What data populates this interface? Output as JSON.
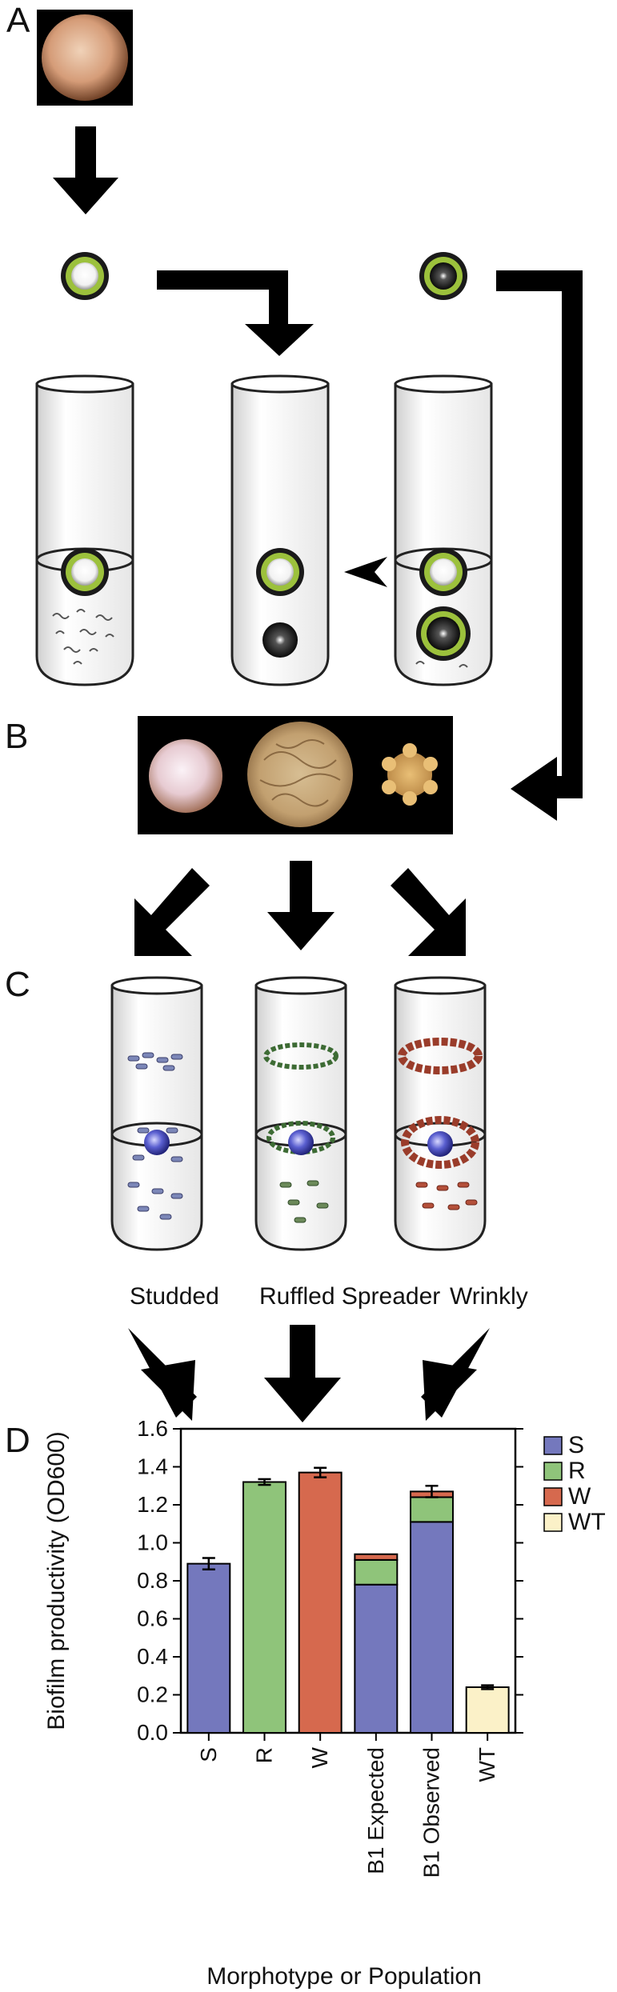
{
  "panels": {
    "a": "A",
    "b": "B",
    "c": "C",
    "d": "D"
  },
  "morphotypes": {
    "studded": "Studded",
    "ruffled": "Ruffled Spreader",
    "wrinkly": "Wrinkly"
  },
  "colors": {
    "S": "#7478bd",
    "R": "#8fc47a",
    "W": "#d6694e",
    "WT": "#fbf1c8",
    "bead_ring": "#9cc13c"
  },
  "chart_data": {
    "type": "bar",
    "stacked": true,
    "categories": [
      "S",
      "R",
      "W",
      "B1 Expected",
      "B1 Observed",
      "WT"
    ],
    "series": [
      {
        "name": "S",
        "color": "#7478bd",
        "values": [
          0.89,
          0,
          0,
          0.78,
          1.11,
          0
        ]
      },
      {
        "name": "R",
        "color": "#8fc47a",
        "values": [
          0,
          1.32,
          0,
          0.13,
          0.13,
          0
        ]
      },
      {
        "name": "W",
        "color": "#d6694e",
        "values": [
          0,
          0,
          1.37,
          0.03,
          0.03,
          0
        ]
      },
      {
        "name": "WT",
        "color": "#fbf1c8",
        "values": [
          0,
          0,
          0,
          0,
          0,
          0.24
        ]
      }
    ],
    "error": [
      0.03,
      0.015,
      0.025,
      null,
      0.03,
      0.01
    ],
    "ylabel": "Biofilm productivity (OD600)",
    "xlabel": "Morphotype or Population",
    "yticks": [
      "0.0",
      "0.2",
      "0.4",
      "0.6",
      "0.8",
      "1.0",
      "1.2",
      "1.4",
      "1.6"
    ],
    "ylim": [
      0,
      1.6
    ],
    "legend_position": "top-right"
  }
}
